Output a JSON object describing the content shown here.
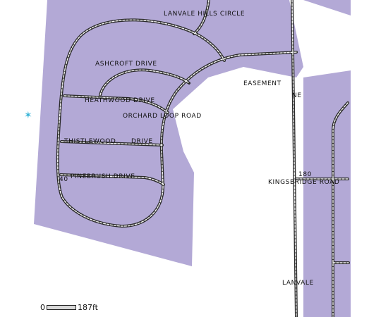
{
  "colors": {
    "parcel_fill": "#b3a9d6",
    "road_casing": "#2b2b2b",
    "road_center": "#f4f4f4",
    "marker": "#35b3d6"
  },
  "labels": {
    "lanvale_hills_circle": "LANVALE HILLS CIRCLE",
    "ashcroft_drive": "ASHCROFT DRIVE",
    "easement": "EASEMENT",
    "ne": "NE",
    "heathwood_drive": "HEATHWOOD DRIVE",
    "orchard_loop_road": "ORCHARD LOOP ROAD",
    "thistlewood": "THISTLEWOOD",
    "drive": "DRIVE",
    "num_180": "180",
    "num_40": "40",
    "pinebrush_drive": "PINEBRUSH DRIVE",
    "kingsbridge_road": "KINGSBRIDGE ROAD",
    "lanvale": "LANVALE"
  },
  "marker_icon": "star-icon",
  "scale": {
    "start": "0",
    "end": "187ft"
  }
}
